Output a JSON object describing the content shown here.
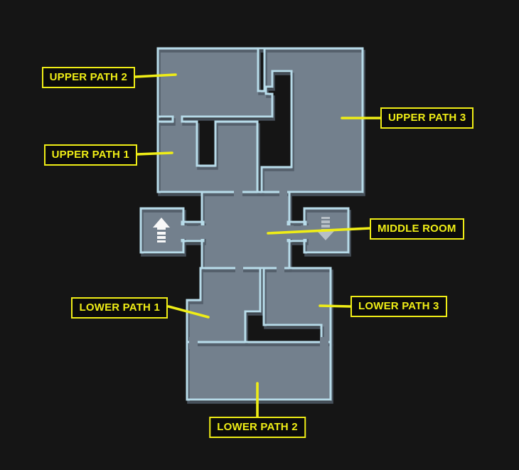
{
  "annotations": {
    "labels": [
      {
        "id": "upper-path-2",
        "text": "UPPER PATH 2"
      },
      {
        "id": "upper-path-1",
        "text": "UPPER PATH 1"
      },
      {
        "id": "upper-path-3",
        "text": "UPPER PATH 3"
      },
      {
        "id": "middle-room",
        "text": "MIDDLE ROOM"
      },
      {
        "id": "lower-path-1",
        "text": "LOWER PATH 1"
      },
      {
        "id": "lower-path-3",
        "text": "LOWER PATH 3"
      },
      {
        "id": "lower-path-2",
        "text": "LOWER PATH 2"
      }
    ]
  },
  "map": {
    "rooms": [
      "UPPER PATH 1",
      "UPPER PATH 2",
      "UPPER PATH 3",
      "MIDDLE ROOM",
      "LOWER PATH 1",
      "LOWER PATH 2",
      "LOWER PATH 3"
    ],
    "icons": [
      {
        "name": "up-arrow-icon"
      },
      {
        "name": "down-arrow-icon"
      }
    ]
  },
  "colors": {
    "bg": "#151515",
    "floor": "#73808D",
    "wall": "#B7DBE9",
    "wall_shadow": "#4F5A66",
    "label_yellow": "#EFED16",
    "label_bg": "#0B0B0B",
    "arrow_white": "#F8F8F8",
    "arrow_gray": "#C3CAD0"
  }
}
